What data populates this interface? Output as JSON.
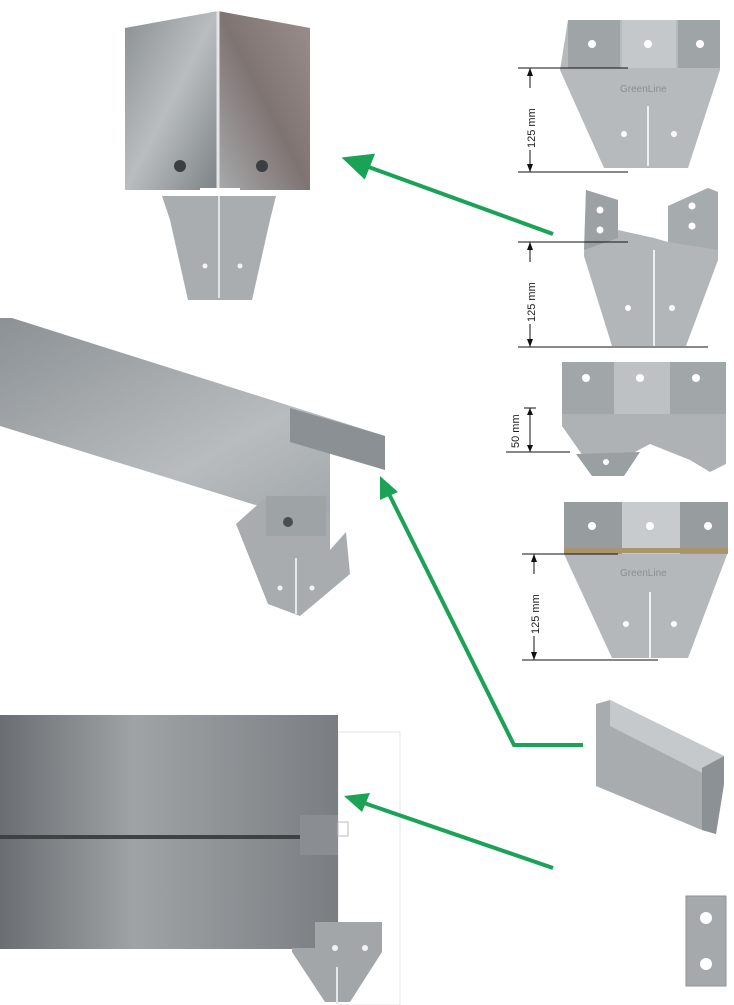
{
  "colors": {
    "arrow": "#1aa357",
    "steel_light": "#c9cdd0",
    "steel_mid": "#a3a8ac",
    "steel_dark": "#6e7378",
    "dimension_line": "#111111"
  },
  "dimensions": {
    "d1": "125 mm",
    "d2": "125 mm",
    "d3": "50 mm",
    "d4": "125 mm"
  },
  "stamps": {
    "brand": "GreenLine"
  },
  "icons": [
    "arrow-icon"
  ]
}
